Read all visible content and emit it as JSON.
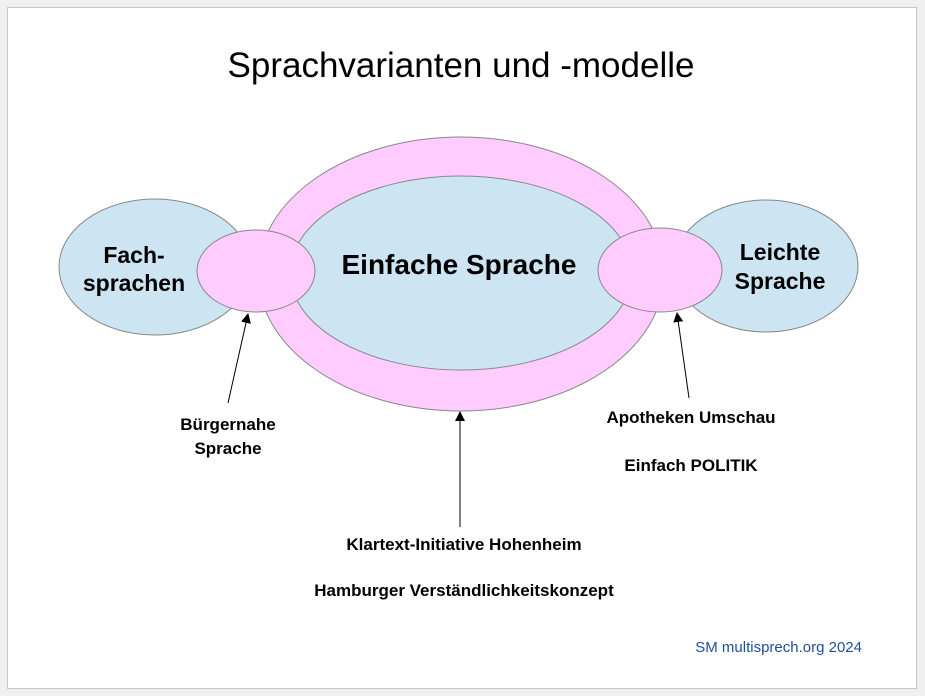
{
  "title": "Sprachvarianten und -modelle",
  "nodes": {
    "fachsprachen": [
      "Fach-",
      "sprachen"
    ],
    "einfache_sprache": "Einfache Sprache",
    "leichte_sprache": [
      "Leichte",
      "Sprache"
    ]
  },
  "labels": {
    "buergernahe": [
      "Bürgernahe",
      "Sprache"
    ],
    "apotheken": "Apotheken Umschau",
    "einfach_politik": "Einfach POLITIK",
    "klartext": "Klartext-Initiative Hohenheim",
    "hamburger": "Hamburger Verständlichkeitskonzept"
  },
  "footer": "SM multisprech.org 2024",
  "colors": {
    "blue": "#cde4f2",
    "pink": "#ffccff",
    "footer": "#1f4e9a"
  }
}
